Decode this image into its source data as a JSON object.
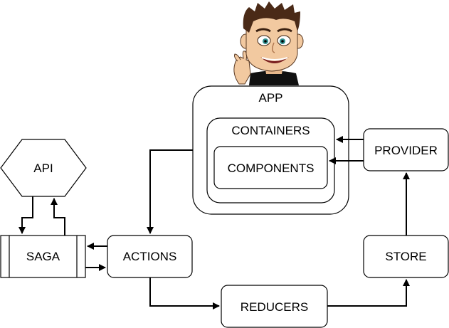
{
  "nodes": {
    "app": "APP",
    "containers": "CONTAINERS",
    "components": "COMPONENTS",
    "provider": "PROVIDER",
    "store": "STORE",
    "reducers": "REDUCERS",
    "actions": "ACTIONS",
    "saga": "SAGA",
    "api": "API"
  },
  "colors": {
    "stroke": "#000000",
    "fill": "#ffffff",
    "skin": "#f2c9a0",
    "hair": "#4a2a17",
    "shirt": "#111111",
    "eye": "#2f8f8f"
  },
  "icons": {
    "mascot": "waving-cartoon-man"
  }
}
